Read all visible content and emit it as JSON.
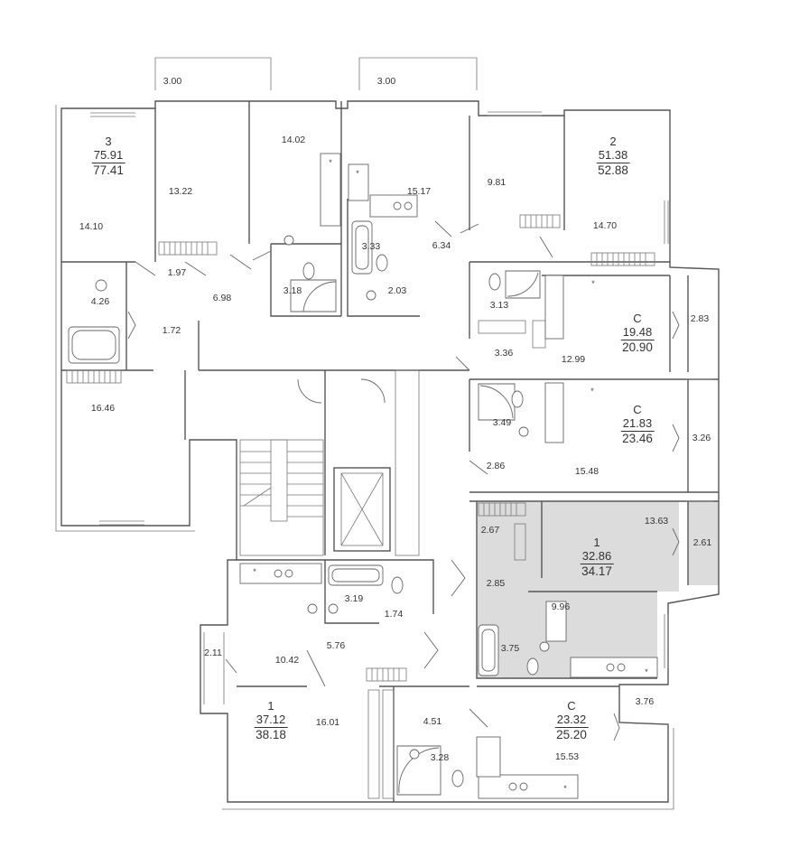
{
  "units": [
    {
      "id": "u3",
      "type": "3",
      "living": "75.91",
      "total": "77.41"
    },
    {
      "id": "u2",
      "type": "2",
      "living": "51.38",
      "total": "52.88"
    },
    {
      "id": "uc1",
      "type": "С",
      "living": "19.48",
      "total": "20.90"
    },
    {
      "id": "uc2",
      "type": "С",
      "living": "21.83",
      "total": "23.46"
    },
    {
      "id": "u1a",
      "type": "1",
      "living": "32.86",
      "total": "34.17"
    },
    {
      "id": "u1b",
      "type": "1",
      "living": "37.12",
      "total": "38.18"
    },
    {
      "id": "uc3",
      "type": "С",
      "living": "23.32",
      "total": "25.20"
    }
  ],
  "rooms": [
    "3.00",
    "3.00",
    "14.02",
    "13.22",
    "15.17",
    "9.81",
    "14.70",
    "14.10",
    "6.34",
    "1.97",
    "3.33",
    "6.98",
    "3.18",
    "2.03",
    "4.26",
    "3.13",
    "2.83",
    "1.72",
    "3.36",
    "12.99",
    "16.46",
    "3.49",
    "3.26",
    "2.86",
    "15.48",
    "13.63",
    "2.67",
    "2.61",
    "2.85",
    "9.96",
    "3.19",
    "1.74",
    "3.75",
    "2.11",
    "5.76",
    "10.42",
    "3.76",
    "16.01",
    "4.51",
    "3.28",
    "15.53"
  ],
  "symbols": {
    "appliance": "*"
  },
  "colors": {
    "highlight": "#dcdcdc",
    "wall": "#555555"
  }
}
